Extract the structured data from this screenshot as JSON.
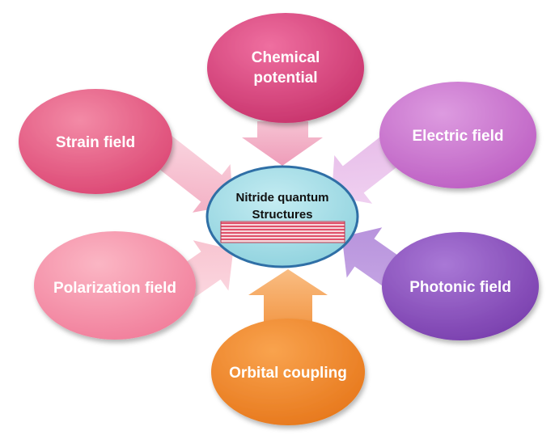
{
  "center": {
    "line1": "Nitride quantum",
    "line2": "Structures"
  },
  "nodes": {
    "chemical": {
      "line1": "Chemical",
      "line2": "potential",
      "color": "#d9417a"
    },
    "strain": {
      "label": "Strain field",
      "color": "#e2507e"
    },
    "electric": {
      "label": "Electric field",
      "color": "#c56fc9"
    },
    "polarization": {
      "label": "Polarization field",
      "color": "#f48fa8"
    },
    "photonic": {
      "label": "Photonic field",
      "color": "#8a4fbf"
    },
    "orbital": {
      "label": "Orbital coupling",
      "color": "#f08a2c"
    }
  },
  "colors": {
    "center_fill": "#a8dfe8",
    "center_stroke": "#2f6fa6",
    "layers_red": "#e0506a",
    "layers_light": "#f7d7dc"
  }
}
